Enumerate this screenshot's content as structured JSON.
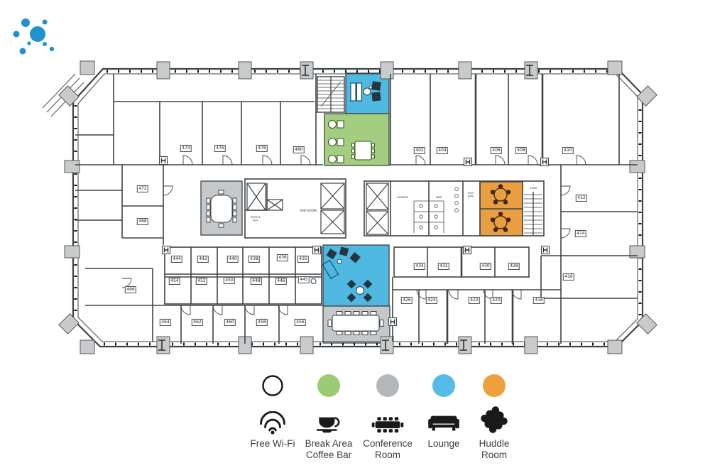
{
  "logo": {
    "name": "blue-dots-logo",
    "color": "#2191D0"
  },
  "floorplan": {
    "colors": {
      "wall": "#3E4347",
      "column_fill": "#C9CACB",
      "break_area": "#A3CD80",
      "lounge": "#4FB8E1",
      "conference": "#C5C8CA",
      "huddle": "#E99E41"
    },
    "rooms": [
      "474",
      "476",
      "478",
      "480",
      "402",
      "404",
      "406",
      "408",
      "410",
      "472",
      "468",
      "466",
      "412",
      "414",
      "416",
      "444",
      "442",
      "440",
      "438",
      "436",
      "435",
      "454",
      "452",
      "450",
      "448",
      "446",
      "445",
      "434",
      "432",
      "430",
      "428",
      "426",
      "424",
      "422",
      "420",
      "418",
      "464",
      "462",
      "460",
      "458",
      "456"
    ],
    "core_labels": {
      "women": "WOMEN",
      "men": "MEN",
      "tele_line1": "TELE/",
      "tele_line2": "DATA",
      "stair": "STAIR",
      "fan_room": "FAN ROOM",
      "service_line1": "SERVICE",
      "service_line2": "VEST."
    }
  },
  "legend": {
    "items": [
      {
        "id": "free-wifi",
        "label_line1": "Free Wi-Fi",
        "label_line2": "",
        "circle_color": "#FFFFFF"
      },
      {
        "id": "break-area",
        "label_line1": "Break Area",
        "label_line2": "Coffee Bar",
        "circle_color": "#9CCB74"
      },
      {
        "id": "conference-room",
        "label_line1": "Conference",
        "label_line2": "Room",
        "circle_color": "#B5B8BA"
      },
      {
        "id": "lounge",
        "label_line1": "Lounge",
        "label_line2": "",
        "circle_color": "#55BCE7"
      },
      {
        "id": "huddle-room",
        "label_line1": "Huddle",
        "label_line2": "Room",
        "circle_color": "#EDA03E"
      }
    ]
  }
}
